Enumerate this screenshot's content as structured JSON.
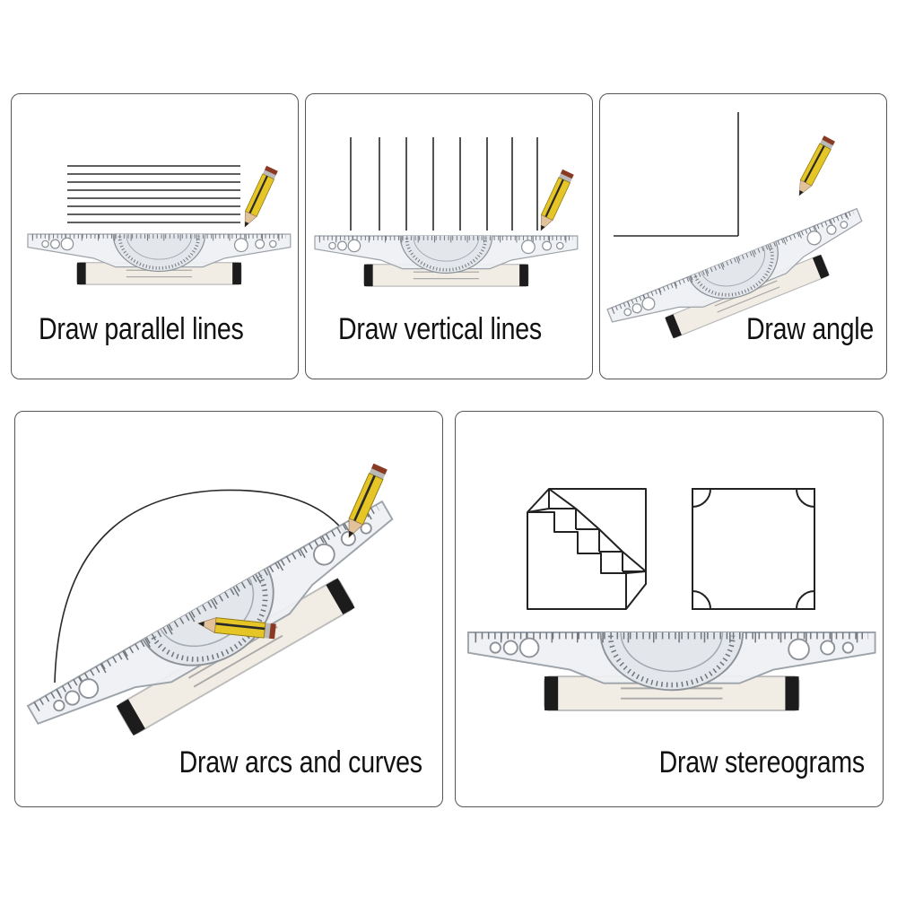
{
  "panels": [
    {
      "id": "parallel",
      "caption": "Draw parallel lines"
    },
    {
      "id": "vertical",
      "caption": "Draw vertical lines"
    },
    {
      "id": "angle",
      "caption": "Draw angle"
    },
    {
      "id": "arcs",
      "caption": "Draw arcs and curves"
    },
    {
      "id": "stereograms",
      "caption": "Draw stereograms"
    }
  ],
  "icons": [
    "rolling-ruler-icon",
    "pencil-icon",
    "staircase-drawing-icon",
    "rounded-square-drawing-icon"
  ],
  "colors": {
    "border": "#555555",
    "caption": "#111111",
    "ruler": "#eef0f3",
    "pencil_body": "#e6c627",
    "pencil_eraser": "#8a3a22"
  }
}
